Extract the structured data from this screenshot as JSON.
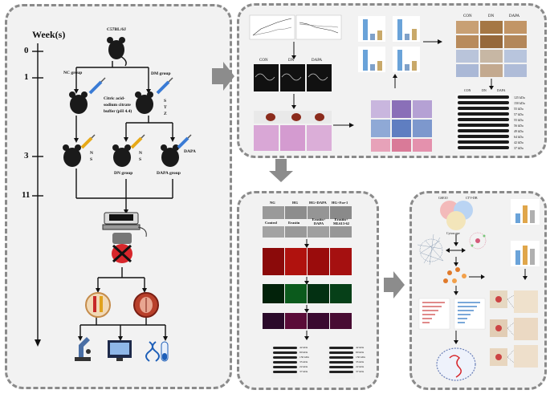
{
  "timeline": {
    "header": "Week(s)",
    "weeks": [
      "0",
      "1",
      "3",
      "11"
    ]
  },
  "mouse_strain": "C57BL/6J",
  "groups": {
    "nc": "NC group",
    "dm": "DM group",
    "dn": "DN group",
    "dapa_group": "DAPA group",
    "dapa": "DAPA"
  },
  "treatments": {
    "buffer": "Citric acid-sodium citrate buffer (pH 4.4)",
    "stz": "S T Z",
    "ns": "N S"
  },
  "panel2": {
    "echo_labels": [
      "CON",
      "DN",
      "DAPA"
    ],
    "ihc_labels": [
      "CON",
      "DN",
      "DAPA"
    ],
    "wb_header": [
      "CON",
      "DN",
      "DAPA"
    ],
    "wb_sizes": [
      "125 kDa",
      "150 kDa",
      "55 kDa",
      "57 kDa",
      "55 kDa",
      "56 kDa",
      "49 kDa",
      "64 kDa",
      "42 kDa",
      "37 kDa"
    ]
  },
  "panel3": {
    "row1_labels": [
      "NG",
      "HG",
      "HG+DAPA",
      "HG+Foe-1"
    ],
    "row2_labels": [
      "Control",
      "Erastin",
      "Erastin+ DAPA",
      "Erastin+ ML613-62"
    ],
    "wb_sizes_left": [
      "42 kDa",
      "60 kDa",
      "150 kDa",
      "35 kDa",
      "22 kDa",
      "37 kDa"
    ],
    "wb_sizes_right": [
      "42 kDa",
      "60 kDa",
      "150 kDa",
      "35 kDa",
      "22 kDa",
      "37 kDa"
    ]
  },
  "panel4": {
    "venn_labels": [
      "GSE10",
      "CTV-DB",
      "Cytoscape"
    ]
  },
  "colors": {
    "panel_bg": "#f2f2f2",
    "panel_border": "#8a8a8a",
    "arrow_gray": "#8c8c8c",
    "mouse": "#1a1a1a",
    "syringe_blue": "#3a7bd5",
    "kidney_red": "#d7262b"
  }
}
